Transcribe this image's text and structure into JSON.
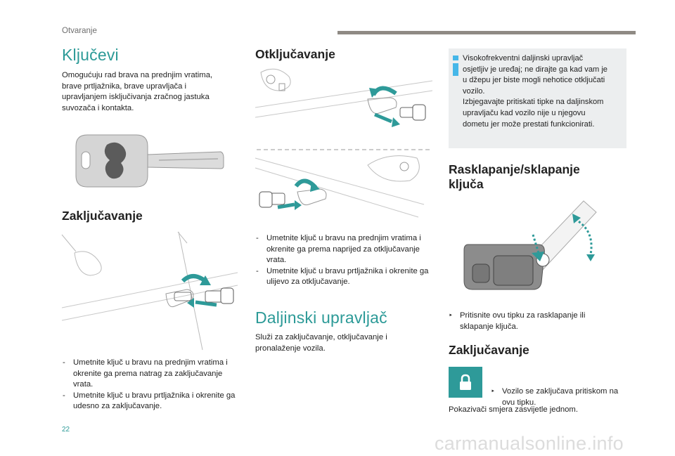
{
  "header": {
    "section": "Otvaranje"
  },
  "left": {
    "title": "Ključevi",
    "intro": "Omogućuju rad brava na prednjim vratima, brave prtljažnika, brave upravljača i upravljanjem isključivanja zračnog jastuka suvozača i kontakta.",
    "lock_heading": "Zaključavanje",
    "lock_steps": [
      "Umetnite ključ u bravu na prednjim vratima i okrenite ga prema natrag za zaključavanje vrata.",
      "Umetnite ključ u bravu prtljažnika i okrenite ga udesno za zaključavanje."
    ]
  },
  "middle": {
    "unlock_heading": "Otključavanje",
    "unlock_steps": [
      "Umetnite ključ u bravu na prednjim vratima i okrenite ga prema naprijed za otključavanje vrata.",
      "Umetnite ključ u bravu prtljažnika i okrenite ga ulijevo za otključavanje."
    ],
    "remote_title": "Daljinski upravljač",
    "remote_text": "Služi za zaključavanje, otključavanje i pronalaženje vozila."
  },
  "right": {
    "info_lines": [
      "Visokofrekventni daljinski upravljač",
      "osjetljiv je uređaj; ne dirajte ga kad vam je",
      "u džepu jer biste mogli nehotice otključati",
      "vozilo.",
      "Izbjegavajte pritiskati tipke na daljinskom",
      "upravljaču kad vozilo nije u njegovu",
      "dometu jer može prestati funkcionirati."
    ],
    "fold_heading": "Rasklapanje/sklapanje ključa",
    "fold_step": "Pritisnite ovu tipku za rasklapanje ili sklapanje ključa.",
    "lock_heading": "Zaključavanje",
    "lock_step": "Vozilo se zaključava pritiskom na ovu tipku.",
    "indicator_text": "Pokazivači smjera zasvijetle jednom."
  },
  "footer": {
    "page_number": "22",
    "watermark": "carmanualsonline.info"
  },
  "colors": {
    "teal": "#2c9a97",
    "info_blue": "#46b7e8",
    "info_bg": "#eceeef",
    "header_bar": "#8f8a84"
  }
}
